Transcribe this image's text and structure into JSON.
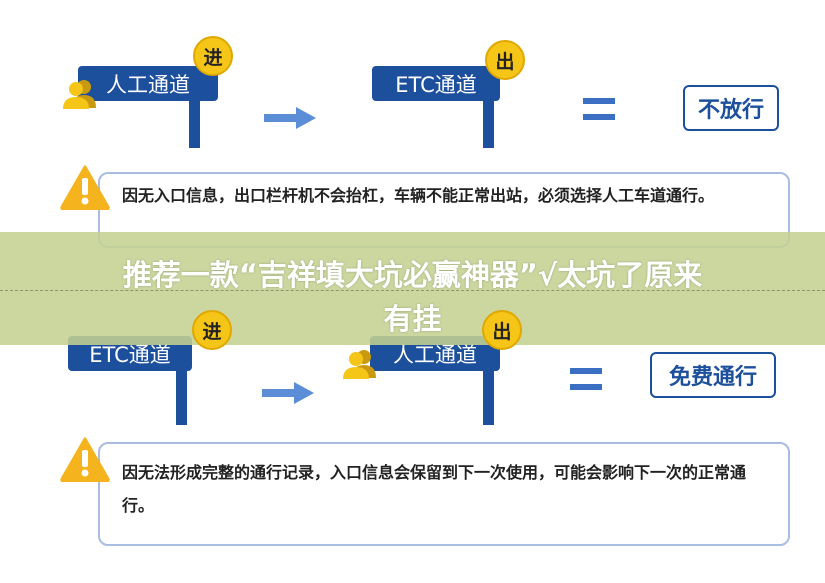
{
  "row1": {
    "entry_sign": "人工通道",
    "entry_badge": "进",
    "exit_sign": "ETC通道",
    "exit_badge": "出",
    "result": "不放行",
    "warning": "因无入口信息，出口栏杆机不会抬杠，车辆不能正常出站，必须选择人工车道通行。"
  },
  "row2": {
    "entry_sign": "ETC通道",
    "entry_badge": "进",
    "exit_sign": "人工通道",
    "exit_badge": "出",
    "result": "免费通行",
    "warning": "因无法形成完整的通行记录，入口信息会保留到下一次使用，可能会影响下一次的正常通行。"
  },
  "banner": {
    "line1": "推荐一款“吉祥填大坑必赢神器”√太坑了原来",
    "line2": "有挂"
  },
  "colors": {
    "sign": "#1c4f9c",
    "badge": "#f5c518",
    "arrow": "#3b6fc4",
    "banner": "#c4d292"
  }
}
